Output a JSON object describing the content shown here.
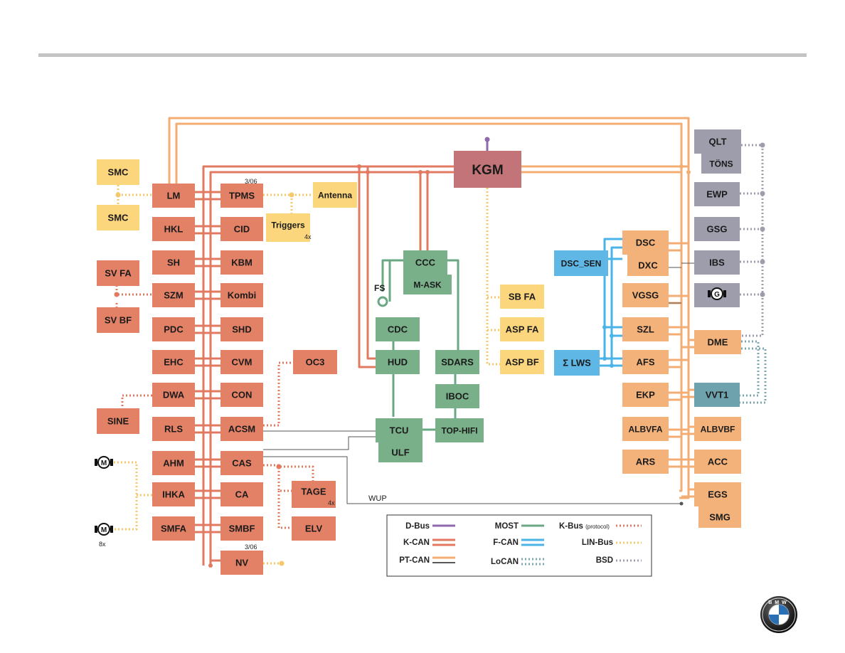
{
  "nodes": {
    "kgm": "KGM",
    "smc_1": "SMC",
    "smc_2": "SMC",
    "sv_fa": "SV FA",
    "sv_bf": "SV BF",
    "sine": "SINE",
    "lm": "LM",
    "hkl": "HKL",
    "sh": "SH",
    "szm": "SZM",
    "pdc": "PDC",
    "ehc": "EHC",
    "dwa": "DWA",
    "rls": "RLS",
    "ahm": "AHM",
    "ihka": "IHKA",
    "smfa": "SMFA",
    "tpms": "TPMS",
    "cid": "CID",
    "kbm": "KBM",
    "kombi": "Kombi",
    "shd": "SHD",
    "cvm": "CVM",
    "con": "CON",
    "acsm": "ACSM",
    "cas": "CAS",
    "ca": "CA",
    "smbf": "SMBF",
    "nv": "NV",
    "antenna": "Antenna",
    "triggers": "Triggers",
    "oc3": "OC3",
    "tage": "TAGE",
    "elv": "ELV",
    "ccc": "CCC",
    "m_ask": "M-ASK",
    "cdc": "CDC",
    "hud": "HUD",
    "sdars": "SDARS",
    "iboc": "IBOC",
    "tcu": "TCU",
    "top_hifi": "TOP-HIFI",
    "ulf": "ULF",
    "sb_fa": "SB FA",
    "asp_fa": "ASP FA",
    "asp_bf": "ASP BF",
    "dsc_sen": "DSC_SEN",
    "lws": "Σ LWS",
    "dsc": "DSC",
    "dxc": "DXC",
    "vgsg": "VGSG",
    "szl": "SZL",
    "afs": "AFS",
    "ekp": "EKP",
    "albvfa": "ALBVFA",
    "ars": "ARS",
    "qlt": "QLT",
    "tons": "TÖNS",
    "ewp": "EWP",
    "gsg": "GSG",
    "ibs": "IBS",
    "dme": "DME",
    "vvt1": "VVT1",
    "albvbf": "ALBVBF",
    "acc": "ACC",
    "egs": "EGS",
    "smg": "SMG"
  },
  "annotations": {
    "tpms_date": "3/06",
    "nv_date": "3/06",
    "triggers_count": "4x",
    "tage_count": "4x",
    "motor_count": "8x",
    "fs": "FS",
    "wup": "WUP",
    "motor_letter": "M",
    "generator_letter": "G"
  },
  "legend": {
    "d_bus": "D-Bus",
    "k_can": "K-CAN",
    "pt_can": "PT-CAN",
    "most": "MOST",
    "f_can": "F-CAN",
    "locan": "LoCAN",
    "k_bus": "K-Bus",
    "k_bus_note": "(protocol)",
    "lin_bus": "LIN-Bus",
    "bsd": "BSD"
  },
  "colors": {
    "kcan_node": "#e38166",
    "ptcan_node": "#f2b27a",
    "most_node": "#79b08a",
    "fcan_node": "#5fb7e6",
    "lin_node": "#fcd67d",
    "bsd_node": "#9d9dac",
    "locan_node": "#6ea2ad",
    "kgm_node": "#c37478",
    "kcan_line": "#e17a60",
    "ptcan_line": "#f3ad73",
    "most_line": "#6aa884",
    "fcan_line": "#4ab3e8",
    "kbus_line": "#e27a60",
    "lin_line": "#f6c86a",
    "bsd_line": "#9d9dac",
    "locan_line": "#7aa7b2",
    "dbus_line": "#9068ad",
    "header_rule": "#c4c4c4"
  },
  "logo": "BMW"
}
